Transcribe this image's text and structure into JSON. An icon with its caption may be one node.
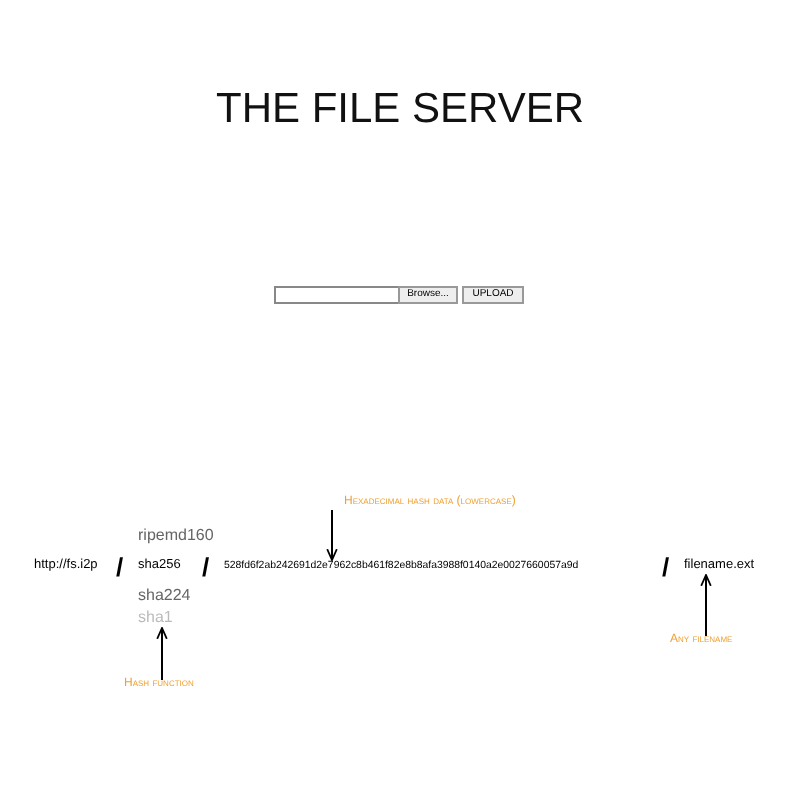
{
  "diagram": {
    "title": "THE FILE SERVER",
    "nodes": [
      {
        "text": [
          "http://fs.i2p"
        ]
      },
      {
        "text": [
          "ripemd160"
        ]
      },
      {
        "text": [
          "sha256"
        ]
      },
      {
        "text": [
          "sha224"
        ]
      },
      {
        "text": [
          "sha1"
        ]
      },
      {
        "text": [
          "528fd6f2ab242691d2e7962c8b461f82e8b8afa3988f0140a2e0027660057a9d"
        ]
      },
      {
        "text": [
          "filename.ext"
        ]
      },
      {
        "text": [
          "Hexadecimal hash data (lowercase)"
        ]
      },
      {
        "text": [
          "Hash function"
        ]
      },
      {
        "text": [
          "Any filename"
        ]
      }
    ],
    "edges": [
      {
        "from": 7,
        "to": 5,
        "arrow": "to"
      },
      {
        "from": 8,
        "to": 4,
        "arrow": "to"
      },
      {
        "from": 9,
        "to": 6,
        "arrow": "to"
      }
    ],
    "labels": [
      "Browse...",
      "UPLOAD",
      "/",
      "/",
      "/"
    ]
  }
}
